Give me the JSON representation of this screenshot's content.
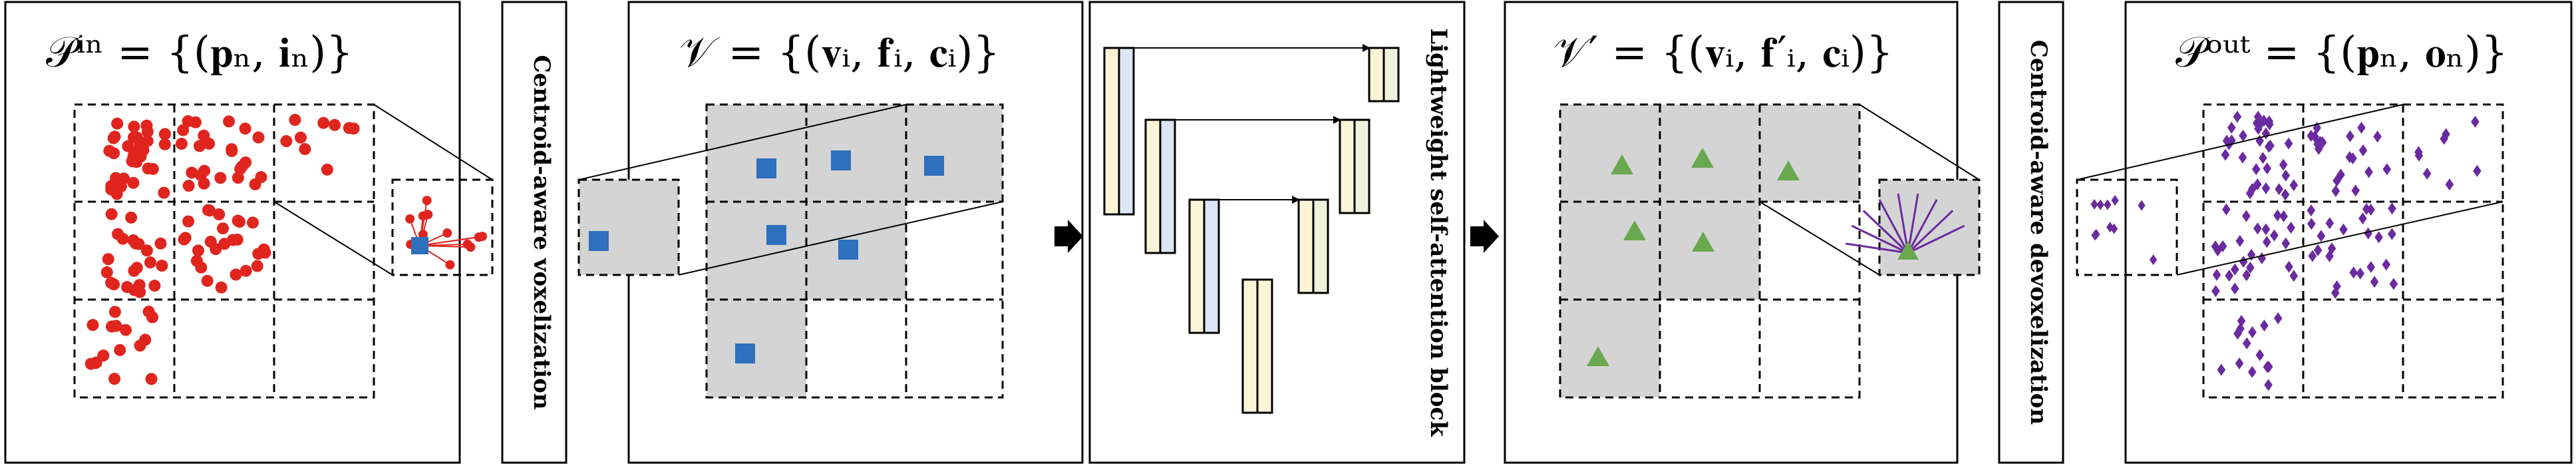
{
  "panels": {
    "input_points": {
      "title": "𝒫ⁱⁿ = {(𝐩ₙ, 𝐢ₙ)}"
    },
    "voxels": {
      "title": "𝒱 = {(𝐯ᵢ, 𝐟ᵢ, 𝐜ᵢ)}"
    },
    "voxels_out": {
      "title": "𝒱′ = {(𝐯ᵢ, 𝐟′ᵢ, 𝐜ᵢ)}"
    },
    "output_points": {
      "title": "𝒫ᵒᵘᵗ = {(𝐩ₙ, 𝐨ₙ)}"
    }
  },
  "stages": {
    "voxelization": "Centroid-aware voxelization",
    "attention": "Lightweight self-attention block",
    "devoxelization": "Centroid-aware devoxelization"
  },
  "colors": {
    "point": "#e0251e",
    "voxel_square": "#2e6fbe",
    "triangle": "#6aa84f",
    "diamond": "#6a2aa0",
    "voxel_fill": "#d4d4d4",
    "block_yellow": "#fbf4d6",
    "block_blue": "#dbe6f5",
    "block_green": "#eef3dc"
  },
  "icons": {
    "arrow_1": "right-arrow-icon",
    "arrow_2": "right-arrow-icon"
  }
}
